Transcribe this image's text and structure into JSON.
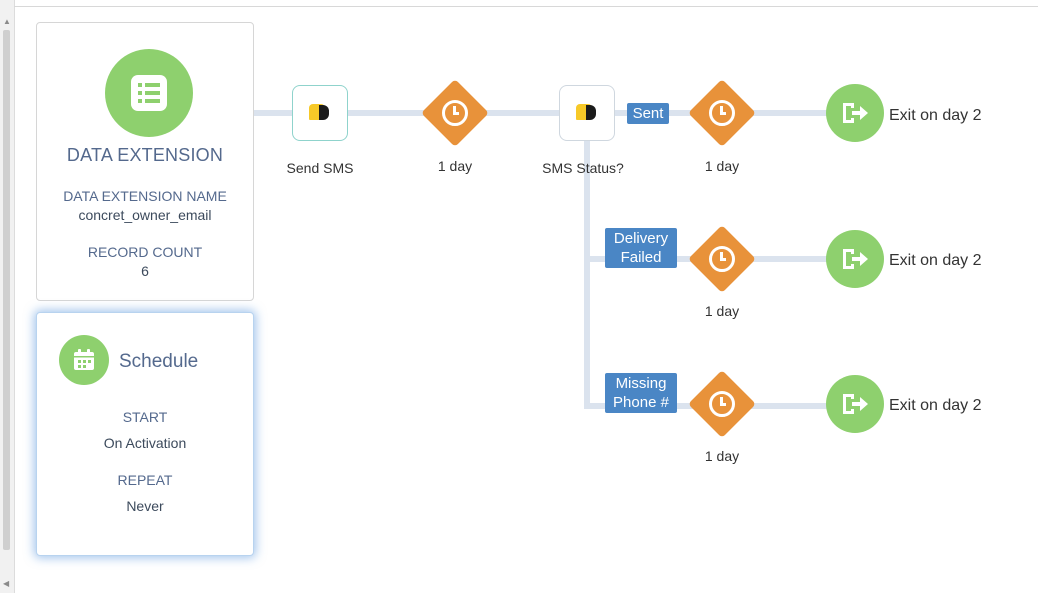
{
  "entry": {
    "title": "DATA EXTENSION",
    "name_label": "DATA EXTENSION NAME",
    "name_value": "concret_owner_email",
    "count_label": "RECORD COUNT",
    "count_value": "6",
    "icon": "list-icon"
  },
  "schedule": {
    "title": "Schedule",
    "start_label": "START",
    "start_value": "On Activation",
    "repeat_label": "REPEAT",
    "repeat_value": "Never",
    "icon": "calendar-icon"
  },
  "activities": {
    "send_sms": "Send SMS",
    "wait_1": "1 day",
    "decision": "SMS Status?"
  },
  "branches": [
    {
      "tag": "Sent",
      "wait": "1 day",
      "exit": "Exit on day 2"
    },
    {
      "tag": "Delivery Failed",
      "wait": "1 day",
      "exit": "Exit on day 2"
    },
    {
      "tag": "Missing Phone #",
      "wait": "1 day",
      "exit": "Exit on day 2"
    }
  ],
  "colors": {
    "green": "#8ed06e",
    "orange": "#e8923a",
    "tag_blue": "#4a86c5",
    "connector": "#dbe3ee"
  }
}
